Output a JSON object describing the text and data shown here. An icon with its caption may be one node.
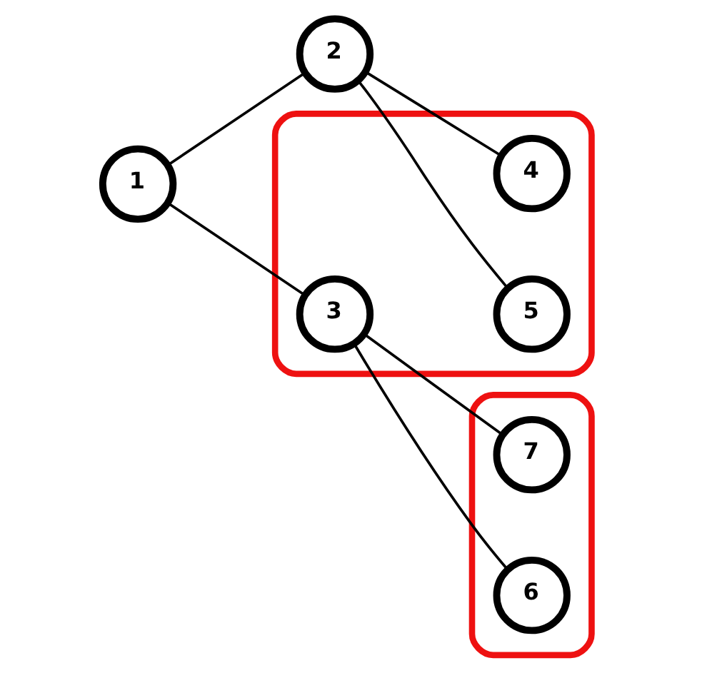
{
  "diagram": {
    "nodes": [
      {
        "text": [
          "1"
        ]
      },
      {
        "text": [
          "2"
        ]
      },
      {
        "text": [],
        "shape": "loop"
      },
      {
        "text": [
          "4"
        ],
        "in": 2
      },
      {
        "text": [
          "5"
        ],
        "in": 2
      },
      {
        "text": [
          "3"
        ],
        "in": 2
      },
      {
        "text": [],
        "shape": "loop"
      },
      {
        "text": [
          "7"
        ],
        "in": 6
      },
      {
        "text": [
          "6"
        ],
        "in": 6
      }
    ],
    "edges": [
      {
        "from": 0,
        "to": 1,
        "arrow": "none"
      },
      {
        "from": 0,
        "to": 5,
        "arrow": "none"
      },
      {
        "from": 1,
        "to": 3,
        "arrow": "none"
      },
      {
        "from": 1,
        "to": 4,
        "arrow": "none"
      },
      {
        "from": 5,
        "to": 7,
        "arrow": "none"
      },
      {
        "from": 5,
        "to": 8,
        "arrow": "none"
      }
    ]
  }
}
